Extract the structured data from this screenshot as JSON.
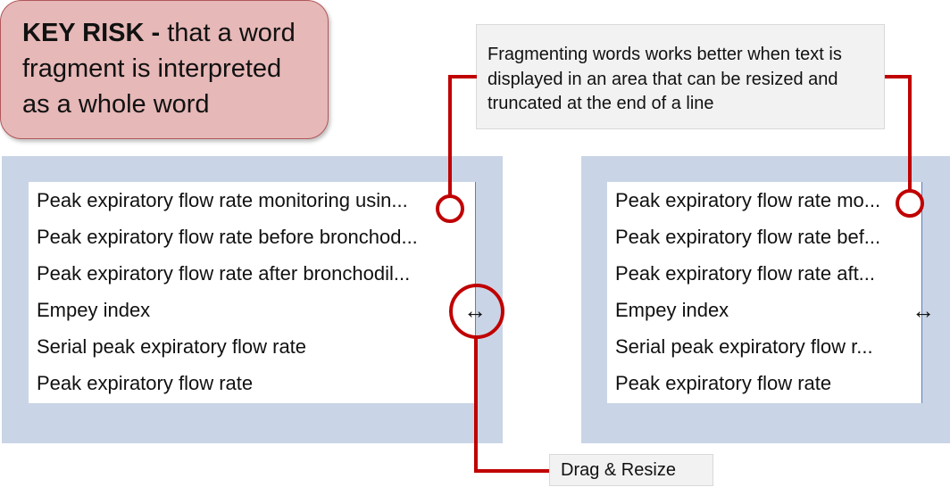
{
  "risk_callout": {
    "bold_prefix": "KEY RISK -",
    "text": " that a word fragment is interpreted as a whole word"
  },
  "note_callout": {
    "text": "Fragmenting words works better when text is displayed in an area that can be resized and truncated at the end of a line"
  },
  "left_panel": {
    "items": [
      "Peak expiratory flow rate monitoring usin...",
      "Peak expiratory flow rate before bronchod...",
      "Peak expiratory flow rate after bronchodil...",
      "Empey index",
      "Serial peak expiratory flow rate",
      "Peak expiratory flow rate"
    ],
    "resize_icon": "↔"
  },
  "right_panel": {
    "items": [
      "Peak expiratory flow rate mo...",
      "Peak expiratory flow rate bef...",
      "Peak expiratory flow rate aft...",
      "Empey index",
      "Serial peak expiratory flow r...",
      "Peak expiratory flow rate"
    ],
    "resize_icon": "↔"
  },
  "drag_callout": {
    "label": "Drag & Resize"
  },
  "colors": {
    "accent_red": "#c00000",
    "panel_blue": "#c9d5e6",
    "risk_fill": "#e6b8b7"
  }
}
